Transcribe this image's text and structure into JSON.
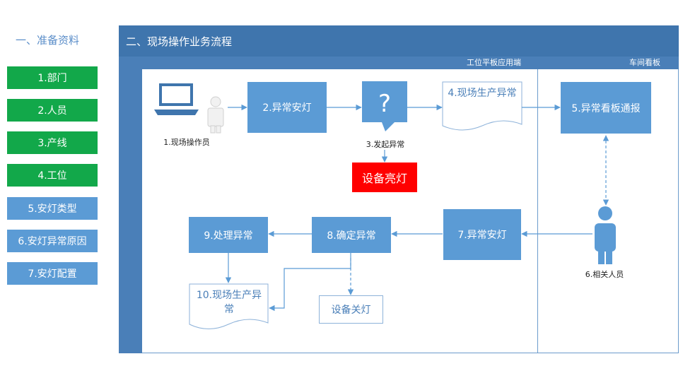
{
  "sidebar": {
    "title": "一、准备资料",
    "items": [
      {
        "label": "1.部门"
      },
      {
        "label": "2.人员"
      },
      {
        "label": "3.产线"
      },
      {
        "label": "4.工位"
      },
      {
        "label": "5.安灯类型"
      },
      {
        "label": "6.安灯异常原因"
      },
      {
        "label": "7.安灯配置"
      }
    ]
  },
  "panel": {
    "title": "二、现场操作业务流程",
    "lane_workstation": "工位平板应用端",
    "lane_workshop": "车间看板"
  },
  "flow": {
    "operator": "1.现场操作员",
    "andon_1": "2.异常安灯",
    "raise": "3.发起异常",
    "record_1": "4.现场生产异常",
    "board": "5.异常看板通报",
    "personnel": "6.相关人员",
    "andon_2": "7.异常安灯",
    "confirm": "8.确定异常",
    "handle": "9.处理异常",
    "record_2": "10.现场生产异常",
    "light_on": "设备亮灯",
    "light_off": "设备关灯"
  },
  "icons": [
    "laptop-icon",
    "person-icon",
    "question-icon",
    "person-icon"
  ],
  "colors": {
    "green": "#12a84a",
    "blue": "#5b9bd5",
    "header": "#3f75ad",
    "red": "#ff0000"
  }
}
